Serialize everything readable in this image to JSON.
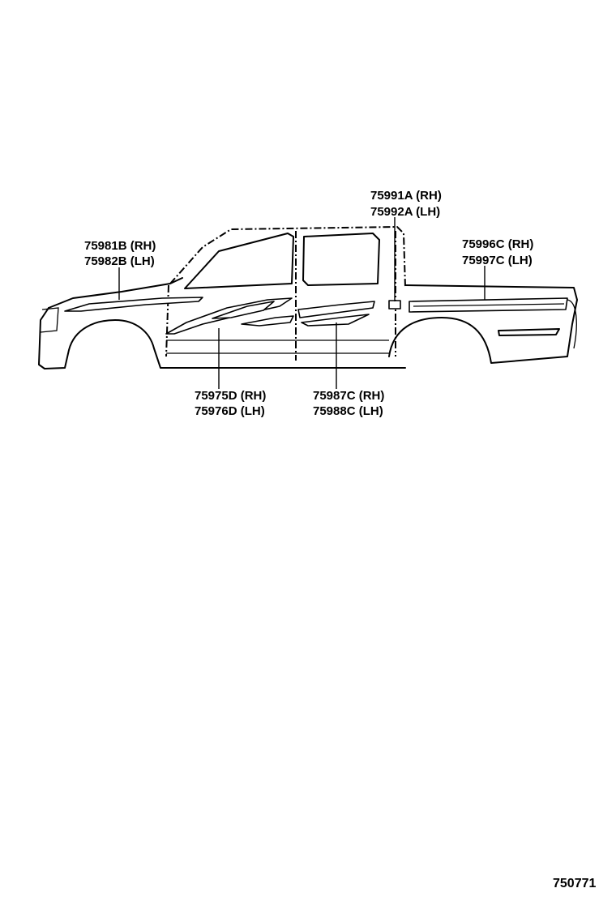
{
  "callouts": [
    {
      "id": "hood-stripe",
      "lines": [
        "75981B (RH)",
        "75982B (LH)"
      ]
    },
    {
      "id": "pillar-stripe",
      "lines": [
        "75991A (RH)",
        "75992A (LH)"
      ]
    },
    {
      "id": "bed-stripe",
      "lines": [
        "75996C (RH)",
        "75997C (LH)"
      ]
    },
    {
      "id": "front-door-stripe",
      "lines": [
        "75975D (RH)",
        "75976D (LH)"
      ]
    },
    {
      "id": "rear-door-stripe",
      "lines": [
        "75987C (RH)",
        "75988C (LH)"
      ]
    }
  ],
  "figure_number": "750771"
}
